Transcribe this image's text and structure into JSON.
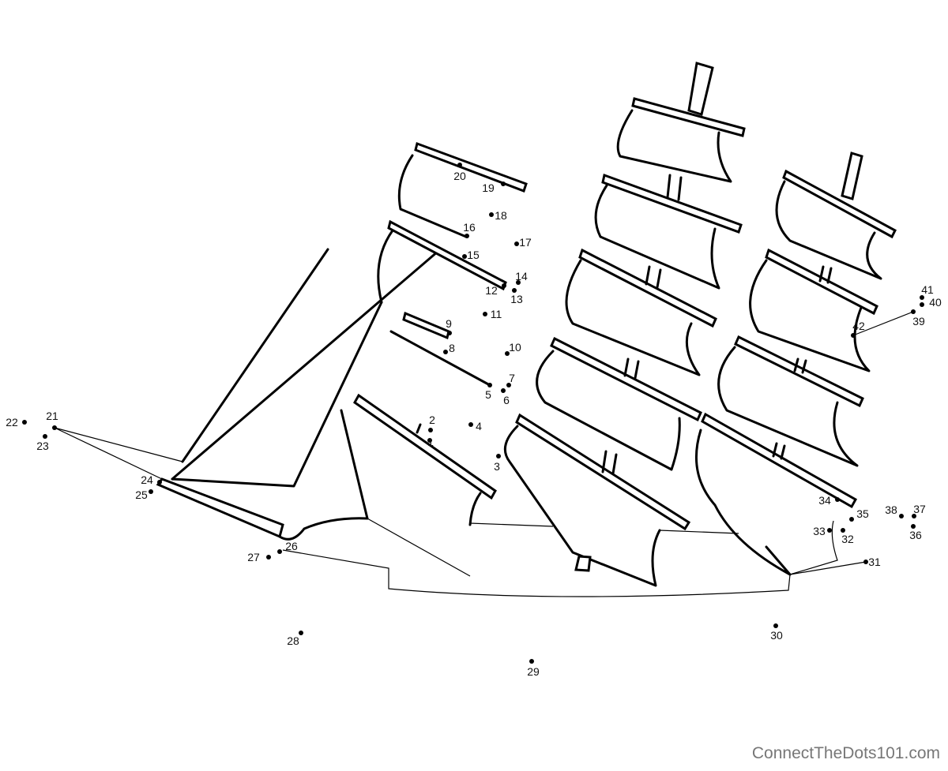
{
  "puzzle": {
    "dot_labels": [
      "1",
      "2",
      "3",
      "4",
      "5",
      "6",
      "7",
      "8",
      "9",
      "10",
      "11",
      "12",
      "13",
      "14",
      "15",
      "16",
      "17",
      "18",
      "19",
      "20",
      "21",
      "22",
      "23",
      "24",
      "25",
      "26",
      "27",
      "28",
      "29",
      "30",
      "31",
      "32",
      "33",
      "34",
      "35",
      "36",
      "37",
      "38",
      "39",
      "40",
      "41",
      "42"
    ]
  },
  "footer": {
    "site": "ConnectTheDots101.com"
  },
  "colors": {
    "ink": "#000000",
    "footer": "#777777"
  }
}
